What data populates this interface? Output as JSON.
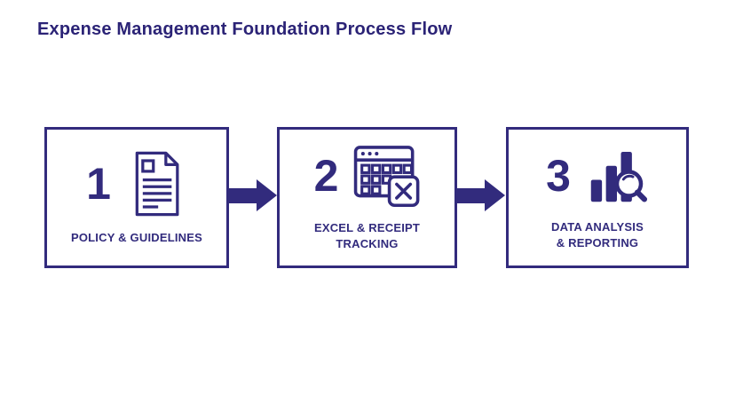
{
  "page": {
    "title": "Expense Management Foundation Process Flow",
    "background": "#ffffff"
  },
  "colors": {
    "brand": "#322b7d",
    "title": "#2b2376",
    "box_fill": "#ffffff"
  },
  "steps": [
    {
      "number": "1",
      "icon": "document-icon",
      "label": "POLICY & GUIDELINES",
      "label_lines": [
        "POLICY & GUIDELINES"
      ]
    },
    {
      "number": "2",
      "icon": "spreadsheet-x-icon",
      "label": "EXCEL & RECEIPT TRACKING",
      "label_lines": [
        "EXCEL & RECEIPT",
        "TRACKING"
      ]
    },
    {
      "number": "3",
      "icon": "bar-chart-magnifier-icon",
      "label": "DATA ANALYSIS & REPORTING",
      "label_lines": [
        "DATA ANALYSIS",
        "& REPORTING"
      ]
    }
  ],
  "connectors": [
    {
      "type": "arrow-right"
    },
    {
      "type": "arrow-right"
    }
  ]
}
